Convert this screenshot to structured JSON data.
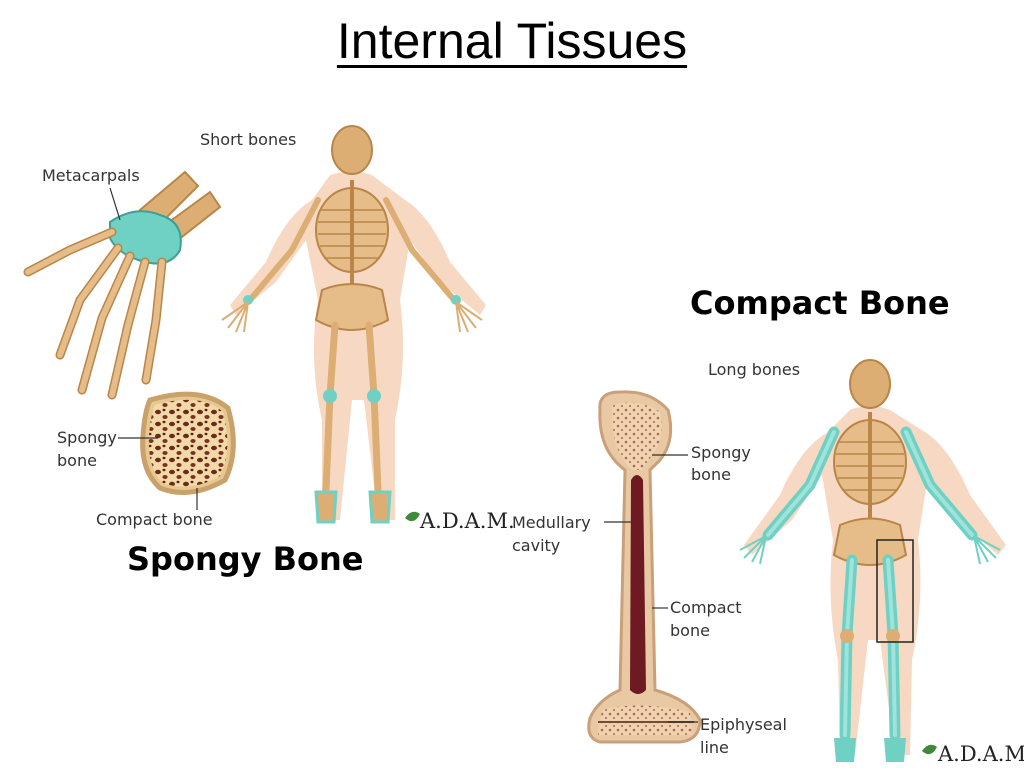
{
  "slide": {
    "title": "Internal Tissues",
    "spongy_heading": "Spongy Bone",
    "compact_heading": "Compact  Bone"
  },
  "left_panel": {
    "label_short_bones": "Short bones",
    "label_metacarpals": "Metacarpals",
    "label_spongy_line1": "Spongy",
    "label_spongy_line2": "bone",
    "label_compact_bone": "Compact bone",
    "logo": "A.D.A.M."
  },
  "right_panel": {
    "label_long_bones": "Long bones",
    "label_spongy_line1": "Spongy",
    "label_spongy_line2": "bone",
    "label_medullary_line1": "Medullary",
    "label_medullary_line2": "cavity",
    "label_compact_line1": "Compact",
    "label_compact_line2": "bone",
    "label_epiphyseal_line1": "Epiphyseal",
    "label_epiphyseal_line2": "line",
    "logo": "A.D.A.M."
  },
  "colors": {
    "bone": "#dcae73",
    "bone_dark": "#b98549",
    "skin": "#f7d9c3",
    "highlight": "#6fd0c4",
    "marrow": "#6e1a22",
    "logo_leaf": "#3e8a3a"
  }
}
